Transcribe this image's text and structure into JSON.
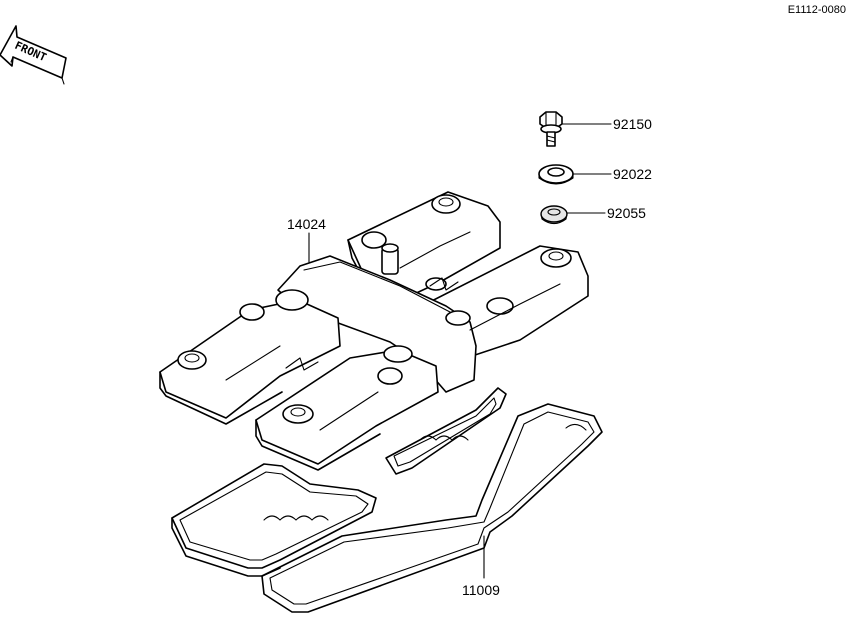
{
  "drawing_code": "E1112-0080",
  "front_label": "FRONT",
  "callouts": [
    {
      "part": "92150"
    },
    {
      "part": "92022"
    },
    {
      "part": "92055"
    },
    {
      "part": "14024"
    },
    {
      "part": "11009"
    }
  ]
}
